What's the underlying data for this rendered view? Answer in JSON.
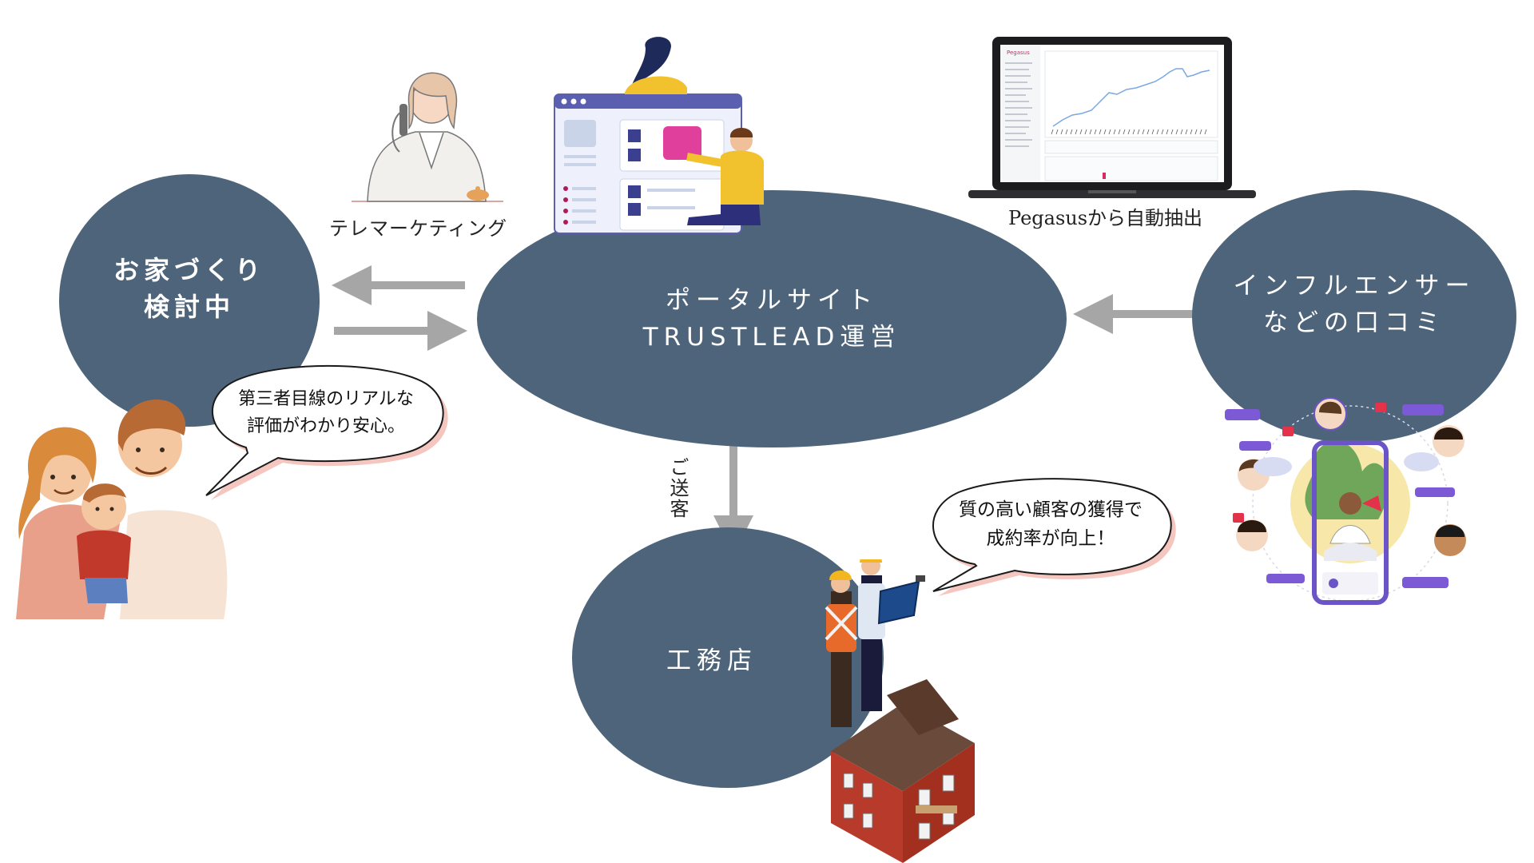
{
  "nodes": {
    "home_building": "お家づくり\n検討中",
    "portal": "ポータルサイト\nTRUSTLEAD運営",
    "influencer": "インフルエンサー\nなどの口コミ",
    "builder": "工務店"
  },
  "captions": {
    "telemarketing": "テレマーケティング",
    "pegasus": "Pegasusから自動抽出",
    "referral": "ご送客"
  },
  "speech_bubbles": {
    "family": "第三者目線のリアルな\n評価がわかり安心。",
    "builder": "質の高い顧客の獲得で\n成約率が向上！"
  },
  "laptop_screen": {
    "brand": "Pegasus"
  },
  "colors": {
    "node_fill": "#4e647a",
    "arrow": "#a6a6a6",
    "bubble_border": "#1a1a1a",
    "bubble_shadow": "#f4c6bf"
  }
}
